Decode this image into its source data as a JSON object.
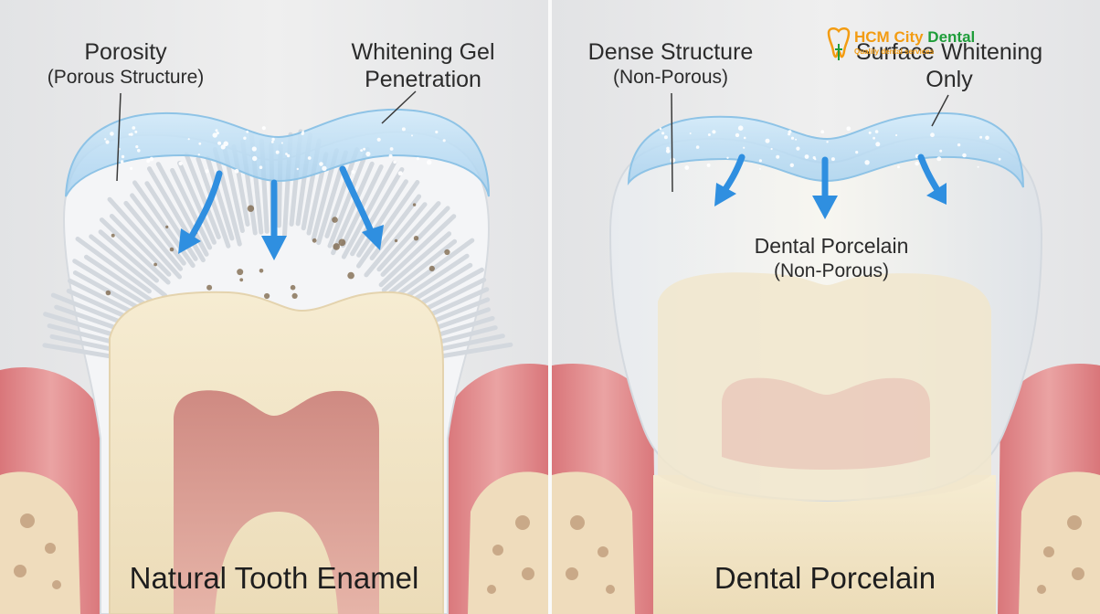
{
  "left_panel": {
    "porosity": {
      "line1": "Porosity",
      "line2": "(Porous Structure)"
    },
    "gel": {
      "line1": "Whitening Gel",
      "line2": "Penetration"
    },
    "caption": "Natural Tooth Enamel"
  },
  "right_panel": {
    "dense": {
      "line1": "Dense Structure",
      "line2": "(Non-Porous)"
    },
    "surface": {
      "line1": "Surface Whitening",
      "line2": "Only"
    },
    "porcelain": {
      "line1": "Dental Porcelain",
      "line2": "(Non-Porous)"
    },
    "caption": "Dental Porcelain"
  },
  "logo": {
    "part1": "HCM City",
    "part2": "Dental",
    "tagline": "Quality dental services"
  },
  "colors": {
    "background": "#e9e9ea",
    "gum": "#e2888a",
    "dentin": "#f2e6c8",
    "pulp": "#d99a92",
    "gel": "#b9dcf2",
    "arrow": "#2f8fe0",
    "logo_orange": "#f39c12",
    "logo_green": "#1f9d3a"
  }
}
